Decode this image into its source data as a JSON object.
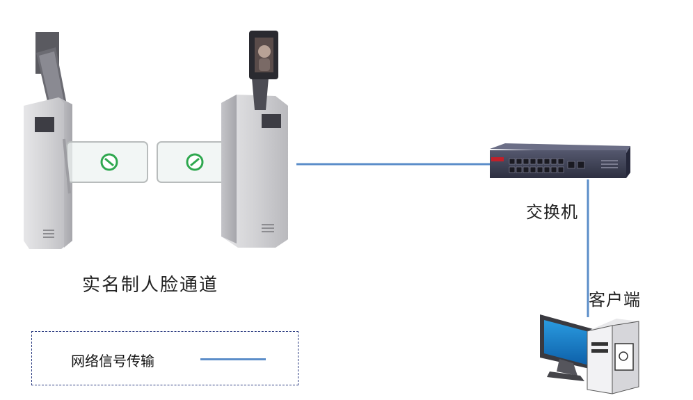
{
  "labels": {
    "gate": "实名制人脸通道",
    "switch": "交换机",
    "client": "客户端"
  },
  "legend": {
    "text": "网络信号传输"
  },
  "colors": {
    "line": "#5b8dc9",
    "legend_border": "#2a3a80",
    "gate_body": "#d4d4d6",
    "switch_body": "#3d3f55",
    "screen": "#1e88d2"
  },
  "icons": [
    "face-recognition-terminal-icon",
    "swing-barrier-gate-icon",
    "network-switch-icon",
    "desktop-computer-icon"
  ]
}
